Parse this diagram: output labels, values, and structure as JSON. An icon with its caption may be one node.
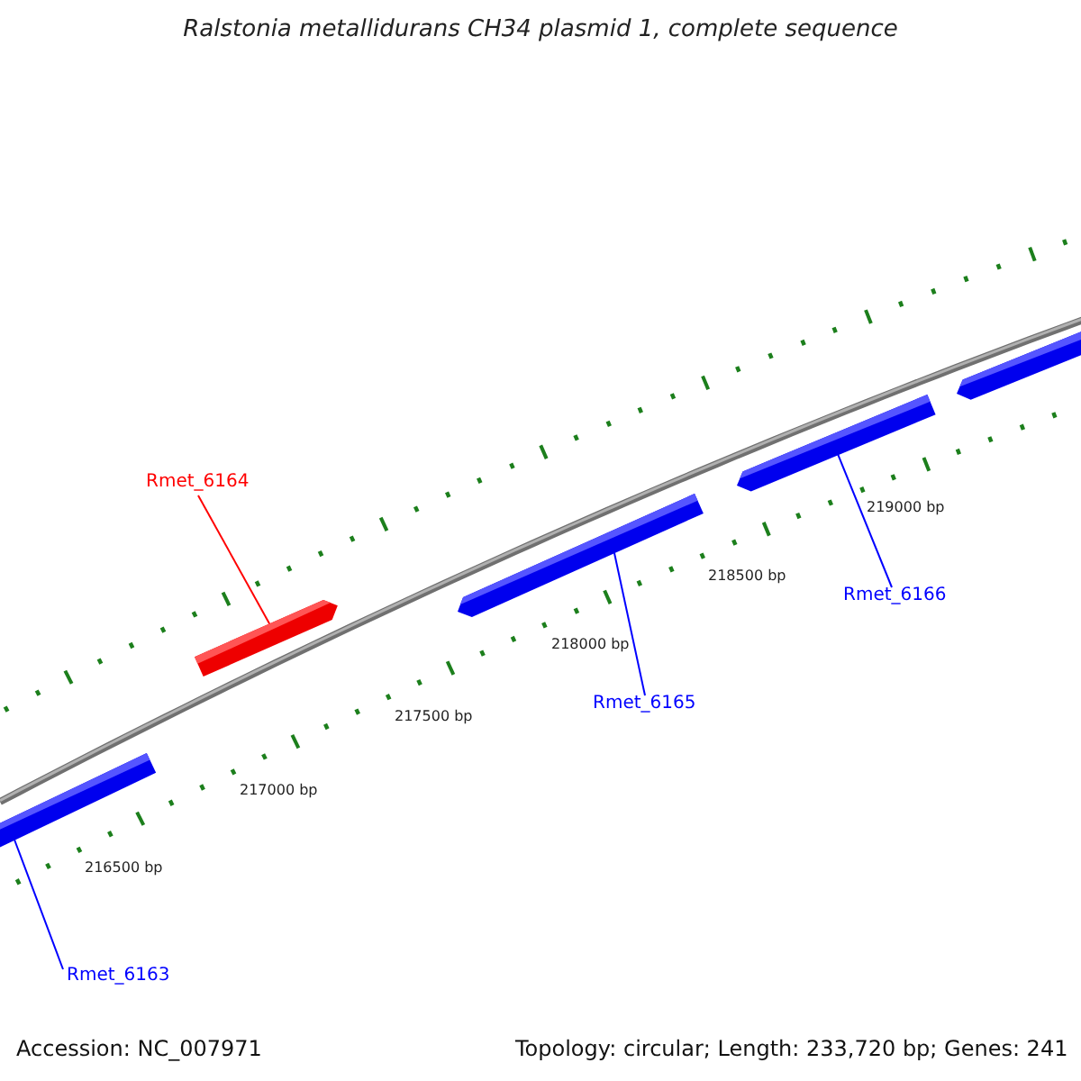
{
  "diagram": {
    "title": "Ralstonia metallidurans CH34 plasmid 1, complete sequence",
    "nodes": [
      {
        "text": [
          "Rmet_6164"
        ]
      },
      {
        "text": [],
        "shape": "bar"
      },
      {
        "text": [],
        "shape": "bar"
      },
      {
        "text": [],
        "shape": "bar"
      },
      {
        "text": [],
        "shape": "bar"
      },
      {
        "text": [],
        "shape": "bar"
      },
      {
        "text": [
          "Rmet_6165"
        ]
      },
      {
        "text": [
          "Rmet_6166"
        ]
      },
      {
        "text": [
          "Rmet_6163"
        ]
      }
    ],
    "edges": [
      {
        "from": 0,
        "to": 1,
        "arrow": "none",
        "color": "#ff0000"
      },
      {
        "from": 6,
        "to": 3,
        "arrow": "none"
      },
      {
        "from": 7,
        "to": 4,
        "arrow": "none"
      },
      {
        "from": 8,
        "to": 2,
        "arrow": "none"
      }
    ],
    "labels": [
      "216500 bp",
      "217000 bp",
      "217500 bp",
      "218000 bp",
      "218500 bp",
      "219000 bp",
      "Accession: NC_007971",
      "Topology: circular; Length: 233,720 bp; Genes: 241"
    ]
  }
}
